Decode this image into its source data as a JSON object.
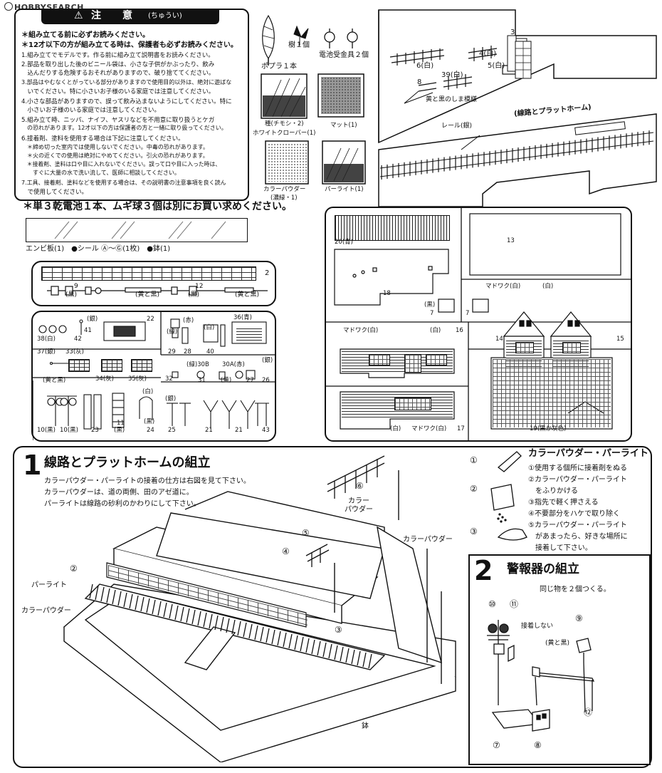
{
  "watermark": "HOBBYSEARCH",
  "caution": {
    "title": "注　意",
    "title_kana": "(ちゅうい)",
    "lines": [
      "＊組み立てる前に必ずお読みください。",
      "＊12才以下の方が組み立てる時は、保護者も必ずお読みください。",
      "1.組み立てでモデルです。作る前に組み立て説明書をお読みください。",
      "2.部品を取り出した後のビニール袋は、小さな子供がかぶったり、飲み",
      "　込んだりする危険するおそれがありますので、破り捨ててください。",
      "3.部品はやむなくとがっている部分がありますので使用目的以外は、絶対に遊ばな",
      "　いでください。特に小さいお子様のいる家庭では注意してください。",
      "4.小さな部品がありますので、誤って飲み込まないようにしてください。特に",
      "　小さいお子様のいる家庭では注意してください。",
      "5.組み立て時、ニッパ、ナイフ、ヤスリなどを不用意に取り扱うとケガ",
      "　の恐れがあります。12才以下の方は保護者の方と一緒に取り扱ってください。",
      "6.接着剤、塗料を使用する場合は下記に注意してください。",
      "　＊締め切った室内では使用しないでください。中毒の恐れがあります。",
      "　＊火の近くでの使用は絶対にやめてください。引火の恐れがあります。",
      "　＊接着剤、塗料は口や目に入れないでください。誤って口や目に入った時は、",
      "　　すぐに大量の水で洗い流して、医師に相談してください。",
      "7.工具、接着剤、塗料などを使用する場合は、その説明書の注意事項を良く読ん",
      "　で使用してください。"
    ]
  },
  "extra_note": "＊単３乾電池１本、ムギ球３個は別にお買い求めください。",
  "top_parts": {
    "poplar": "ポプラ１本",
    "tree": "樹１個",
    "battery_holder": "電池受金具２個",
    "chemoshi": "種(チモシ・2)",
    "white_clover": "ホワイトクローバー(1)",
    "mat": "マット(1)",
    "color_powder": "カラーパウダー",
    "color_powder_sub": "(濃緑・1)",
    "pearlite": "パーライト(1)"
  },
  "layout_panel": {
    "labels": [
      "3",
      "4(白)",
      "6(白)",
      "5(白)",
      "39(白)",
      "8"
    ],
    "stripe_label": "黄と黒のしま模様",
    "track_title": "(線路とプラットホーム)",
    "rail_label": "レール(銀)"
  },
  "vinyl_caption": "エンビ板(1)　●シール Ⓐ〜Ⓖ(1枚)　●鉢(1)",
  "runner1": {
    "number": "2",
    "labels": [
      "9",
      "(黒)",
      "(黄と黒)",
      "12",
      "(黒)",
      "(黄と黒)"
    ]
  },
  "runner2": {
    "labels": [
      "38(白)",
      "42",
      "(銀)",
      "41",
      "22",
      "(赤)",
      "(緑)",
      "29",
      "28",
      "(白)",
      "40",
      "36(青)",
      "37(銀)",
      "33(灰)",
      "34(灰)",
      "35(灰)",
      "(緑)30B",
      "30A(赤)",
      "(銀)",
      "32",
      "31",
      "(黄)",
      "27",
      "26",
      "(黄と黒)",
      "(白)",
      "(黒)",
      "(銀)",
      "10(黒)",
      "10(黒)",
      "23",
      "11",
      "(黒)",
      "24",
      "25",
      "21",
      "21",
      "43"
    ]
  },
  "building_parts": {
    "labels": [
      "20(青)",
      "18",
      "(黒)",
      "7",
      "13",
      "7",
      "マドワク(白)",
      "(白)",
      "14",
      "15",
      "マドワク(白)",
      "(白)",
      "16",
      "(白)",
      "マドワク(白)",
      "17",
      "19(黒か灰色)"
    ]
  },
  "section1": {
    "number": "1",
    "title": "線路とプラットホームの組立",
    "lines": [
      "カラーパウダー・パーライトの接着の仕方は右図を見て下さい。",
      "カラーパウダーは、道の両側、田のアゼ道に。",
      "パーライトは線路の砂利のかわりにして下さい。"
    ],
    "callouts": [
      "②",
      "③",
      "④",
      "⑤",
      "⑥"
    ],
    "labels": {
      "pearlite": "パーライト",
      "color_powder": "カラーパウダー",
      "color_powder2": "カラーパウダー",
      "color_powder3": "カラー\nパウダー",
      "base": "鉢"
    }
  },
  "howto": {
    "title": "カラーパウダー・パーライト",
    "steps": [
      "①使用する個所に接着剤をぬる",
      "②カラーパウダー・パーライト",
      "　をふりかける",
      "③指先で軽く押さえる",
      "④不要部分をハケで取り除く",
      "⑤カラーパウダー・パーライト",
      "　があまったら、好きな場所に",
      "　接着して下さい。"
    ],
    "markers": [
      "①",
      "②",
      "③"
    ]
  },
  "section2": {
    "number": "2",
    "title": "警報器の組立",
    "note": "同じ物を２個つくる。",
    "labels": {
      "c10": "⑩",
      "c11": "⑪",
      "c9": "⑨",
      "c12": "⑫",
      "c7": "⑦",
      "c8": "⑧",
      "no_glue": "接着しない",
      "yellow_black": "(黄と黒)"
    }
  }
}
